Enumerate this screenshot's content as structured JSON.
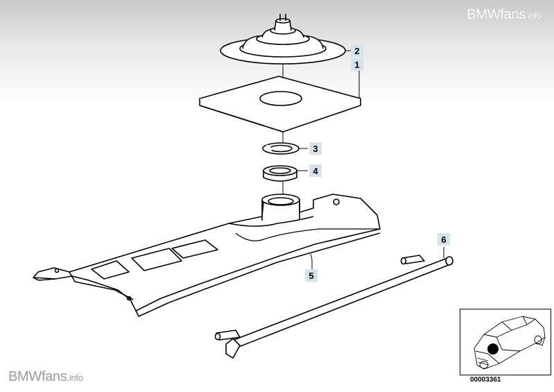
{
  "watermark": {
    "brand": "BMWfans",
    "suffix": ".info"
  },
  "diagram": {
    "id": "00003361",
    "callouts": [
      {
        "number": "1"
      },
      {
        "number": "2"
      },
      {
        "number": "3"
      },
      {
        "number": "4"
      },
      {
        "number": "5"
      },
      {
        "number": "6"
      }
    ]
  },
  "colors": {
    "callout_bg": "#d6e2ec",
    "line": "#000000",
    "locator_dot": "#000000"
  }
}
